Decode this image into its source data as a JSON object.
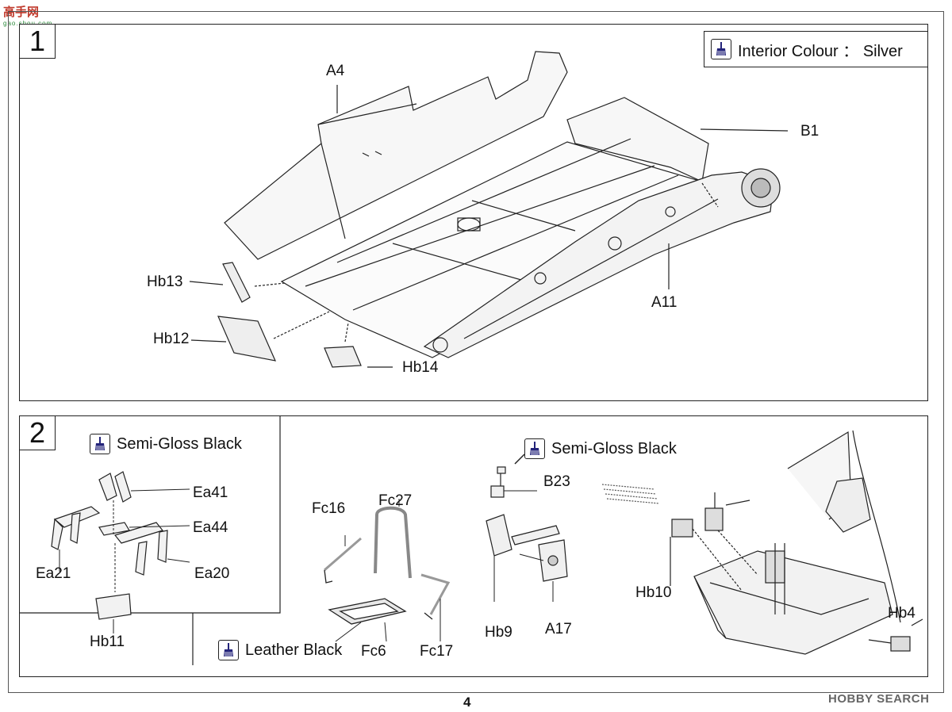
{
  "watermark": {
    "top_left": "高手网",
    "top_left_sub": "gao.shou.com",
    "bottom_right": "HOBBY SEARCH"
  },
  "page_number": "4",
  "step1": {
    "number": "1",
    "colour_note": "Interior Colour ： Silver",
    "parts": {
      "a4": "A4",
      "b1": "B1",
      "a11": "A11",
      "hb13": "Hb13",
      "hb12": "Hb12",
      "hb14": "Hb14"
    }
  },
  "step2": {
    "number": "2",
    "left_paint": "Semi-Gloss Black",
    "center_paint": "Leather Black",
    "right_paint": "Semi-Gloss Black",
    "parts": {
      "ea41": "Ea41",
      "ea44": "Ea44",
      "ea21": "Ea21",
      "ea20": "Ea20",
      "hb11": "Hb11",
      "fc16": "Fc16",
      "fc27": "Fc27",
      "fc6": "Fc6",
      "fc17": "Fc17",
      "b23": "B23",
      "hb9": "Hb9",
      "a17": "A17",
      "hb10": "Hb10",
      "hb4": "Hb4"
    }
  }
}
